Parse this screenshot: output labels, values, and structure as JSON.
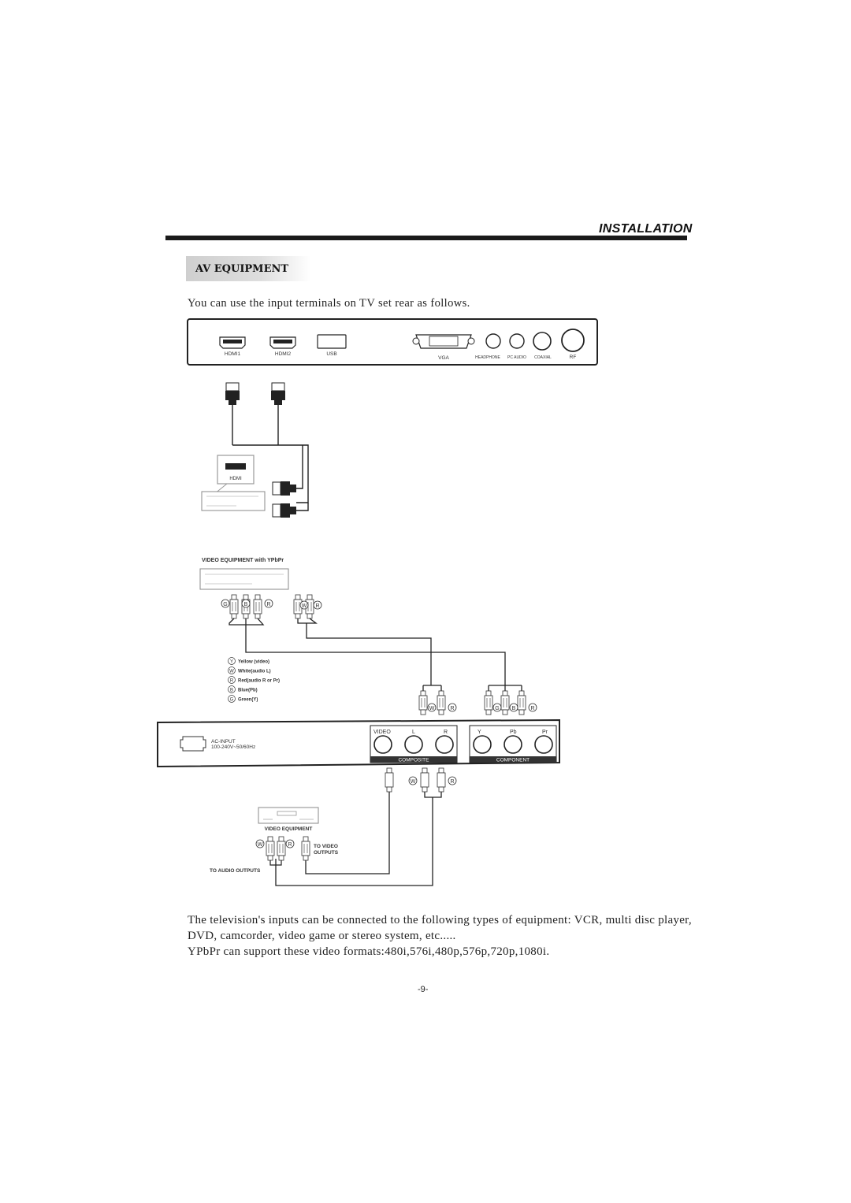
{
  "header": {
    "section_title": "INSTALLATION",
    "subsection_title": "AV EQUIPMENT"
  },
  "intro_text": "You can use the input terminals on TV set rear as follows.",
  "rear_panel": {
    "hdmi1": "HDMI1",
    "hdmi2": "HDMI2",
    "usb": "USB",
    "vga": "VGA",
    "headphone": "HEADPHONE",
    "pc_audio": "PC AUDIO",
    "coaxial": "COAXIAL",
    "rf": "RF"
  },
  "hdmi_device_label": "HDMI",
  "ypbpr_device_label": "VIDEO EQUIPMENT with YPbPr",
  "legend": [
    {
      "letter": "Y",
      "text": "Yellow (video)"
    },
    {
      "letter": "W",
      "text": "White(audio L)"
    },
    {
      "letter": "R",
      "text": "Red(audio R or Pr)"
    },
    {
      "letter": "B",
      "text": "Blue(Pb)"
    },
    {
      "letter": "G",
      "text": "Green(Y)"
    }
  ],
  "plug_letters": {
    "g": "G",
    "b": "B",
    "r": "R",
    "w": "W"
  },
  "side_panel": {
    "ac_input": "AC-INPUT",
    "ac_spec": "100-240V~50/60Hz",
    "video": "VIDEO",
    "l": "L",
    "r": "R",
    "y": "Y",
    "pb": "Pb",
    "pr": "Pr",
    "composite": "COMPOSITE",
    "component": "COMPONENT"
  },
  "video_equipment": {
    "label": "VIDEO EQUIPMENT",
    "to_video_1": "TO VIDEO",
    "to_video_2": "OUTPUTS",
    "to_audio": "TO AUDIO OUTPUTS"
  },
  "body": {
    "para1_line1": "The television's inputs can be connected to the following types of equipment: VCR, multi disc player,",
    "para1_line2": "DVD, camcorder, video game or stereo system, etc.....",
    "para2": "YPbPr can support these video formats:480i,576i,480p,576p,720p,1080i."
  },
  "page_number": "-9-"
}
